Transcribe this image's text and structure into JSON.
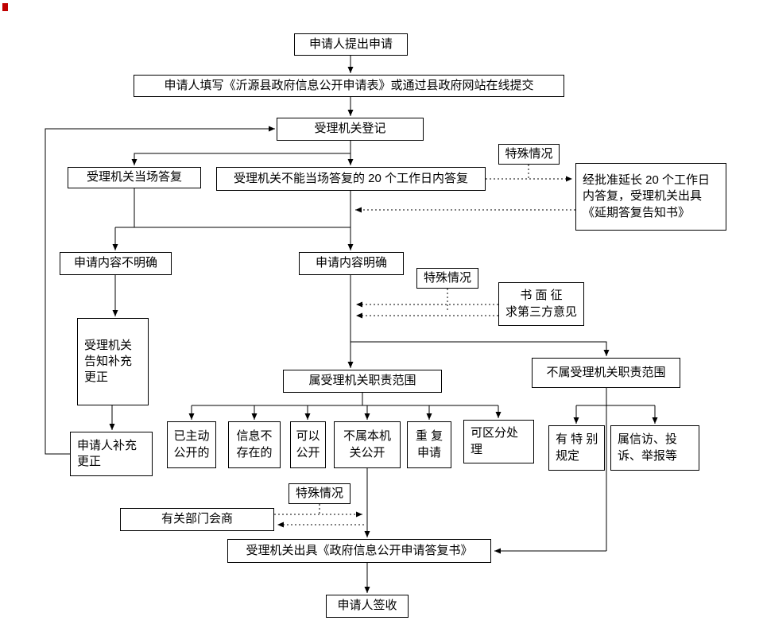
{
  "page": {
    "background": "#ffffff",
    "line_color": "#000000",
    "corner_mark_color": "#c00000"
  },
  "nodes": {
    "apply": {
      "label": "申请人提出申请"
    },
    "fill_form": {
      "label": "申请人填写《沂源县政府信息公开申请表》或通过县政府网站在线提交"
    },
    "register": {
      "label": "受理机关登记"
    },
    "onsite_reply": {
      "label": "受理机关当场答复"
    },
    "within_20_days": {
      "label": "受理机关不能当场答复的 20 个工作日内答复"
    },
    "special_case_top": {
      "label": "特殊情况"
    },
    "extend_reply": {
      "label": "经批准延长 20 个工作日\n内答复，受理机关出具\n《延期答复告知书》"
    },
    "content_unclear": {
      "label": "申请内容不明确"
    },
    "content_clear": {
      "label": "申请内容明确"
    },
    "special_case_mid": {
      "label": "特殊情况"
    },
    "third_party": {
      "label": "书 面 征\n求第三方意见"
    },
    "notify_supplement": {
      "label": "受理机关\n告知补充\n更正"
    },
    "applicant_supplement": {
      "label": "申请人补充\n更正"
    },
    "in_scope": {
      "label": "属受理机关职责范围"
    },
    "out_of_scope": {
      "label": "不属受理机关职责范围"
    },
    "already_public": {
      "label": "已主动\n公开的"
    },
    "not_exist": {
      "label": "信息不\n存在的"
    },
    "can_disclose": {
      "label": "可以\n公开"
    },
    "not_this_organ": {
      "label": "不属本机\n关公开"
    },
    "repeat_apply": {
      "label": "重 复\n申请"
    },
    "separable": {
      "label": "可区分处\n理"
    },
    "special_provision": {
      "label": "有 特 别\n规定"
    },
    "petition": {
      "label": "属信访、投\n诉、举报等"
    },
    "special_case_bottom": {
      "label": "特殊情况"
    },
    "dept_consult": {
      "label": "有关部门会商"
    },
    "reply_document": {
      "label": "受理机关出具《政府信息公开申请答复书》"
    },
    "sign_receipt": {
      "label": "申请人签收"
    }
  }
}
